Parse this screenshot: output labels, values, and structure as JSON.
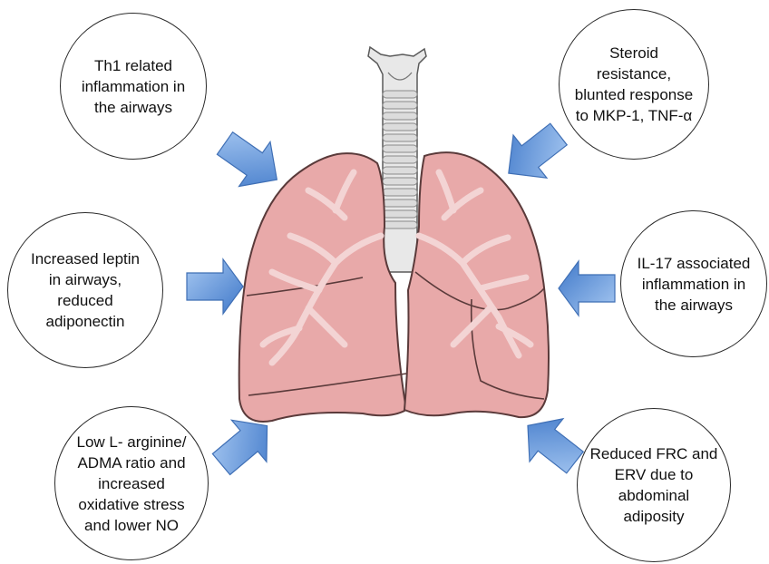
{
  "factors": {
    "top_left": "Th1 related\ninflammation in\nthe airways",
    "top_right": "Steroid\nresistance,\nblunted response\nto MKP-1, TNF-α",
    "mid_left": "Increased leptin\nin airways,\nreduced\nadiponectin",
    "mid_right": "IL-17 associated\ninflammation in\nthe airways",
    "bottom_left": "Low L- arginine/\nADMA ratio and\nincreased\noxidative stress\nand lower NO",
    "bottom_right": "Reduced FRC and\nERV due to\nabdominal\nadiposity"
  },
  "colors": {
    "lung_fill": "#e8a9a9",
    "lung_outline": "#5a3a3a",
    "bronchi": "#f3d4d4",
    "trachea": "#e8e8e8",
    "arrow_fill": "#5b8fd6",
    "arrow_light": "#9cc0ee"
  },
  "icons": [
    "lungs-illustration",
    "arrow-icon"
  ]
}
